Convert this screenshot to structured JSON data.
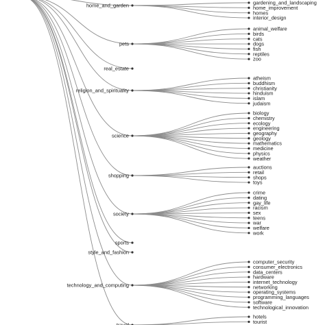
{
  "colors": {
    "link": "#8c8c8c",
    "node": "#333333",
    "text": "#1a1a1a"
  },
  "tree": {
    "categories": [
      {
        "label": "home_and_garden",
        "children": [
          "gardening_and_landscaping",
          "home_improvement",
          "homes",
          "interior_design"
        ]
      },
      {
        "label": "pets",
        "children": [
          "animal_welfare",
          "birds",
          "cats",
          "dogs",
          "fish",
          "reptiles",
          "zoo"
        ]
      },
      {
        "label": "real_estate",
        "children": []
      },
      {
        "label": "religion_and_spirituality",
        "children": [
          "atheism",
          "buddhism",
          "christianity",
          "hinduism",
          "islam",
          "judaism"
        ]
      },
      {
        "label": "science",
        "children": [
          "biology",
          "chemistry",
          "ecology",
          "engineering",
          "geography",
          "geology",
          "mathematics",
          "medicine",
          "physics",
          "weather"
        ]
      },
      {
        "label": "shopping",
        "children": [
          "auctions",
          "retail",
          "shops",
          "toys"
        ]
      },
      {
        "label": "society",
        "children": [
          "crime",
          "dating",
          "gay_life",
          "racism",
          "sex",
          "teens",
          "war",
          "welfare",
          "work"
        ]
      },
      {
        "label": "sports",
        "children": []
      },
      {
        "label": "style_and_fashion",
        "children": []
      },
      {
        "label": "technology_and_computing",
        "children": [
          "computer_security",
          "consumer_electronics",
          "data_centers",
          "hardware",
          "internet_technology",
          "networking",
          "operating_systems",
          "programming_languages",
          "software",
          "technological_innovation"
        ]
      },
      {
        "label": "travel",
        "children": [
          "hotels",
          "tourist"
        ]
      }
    ]
  }
}
